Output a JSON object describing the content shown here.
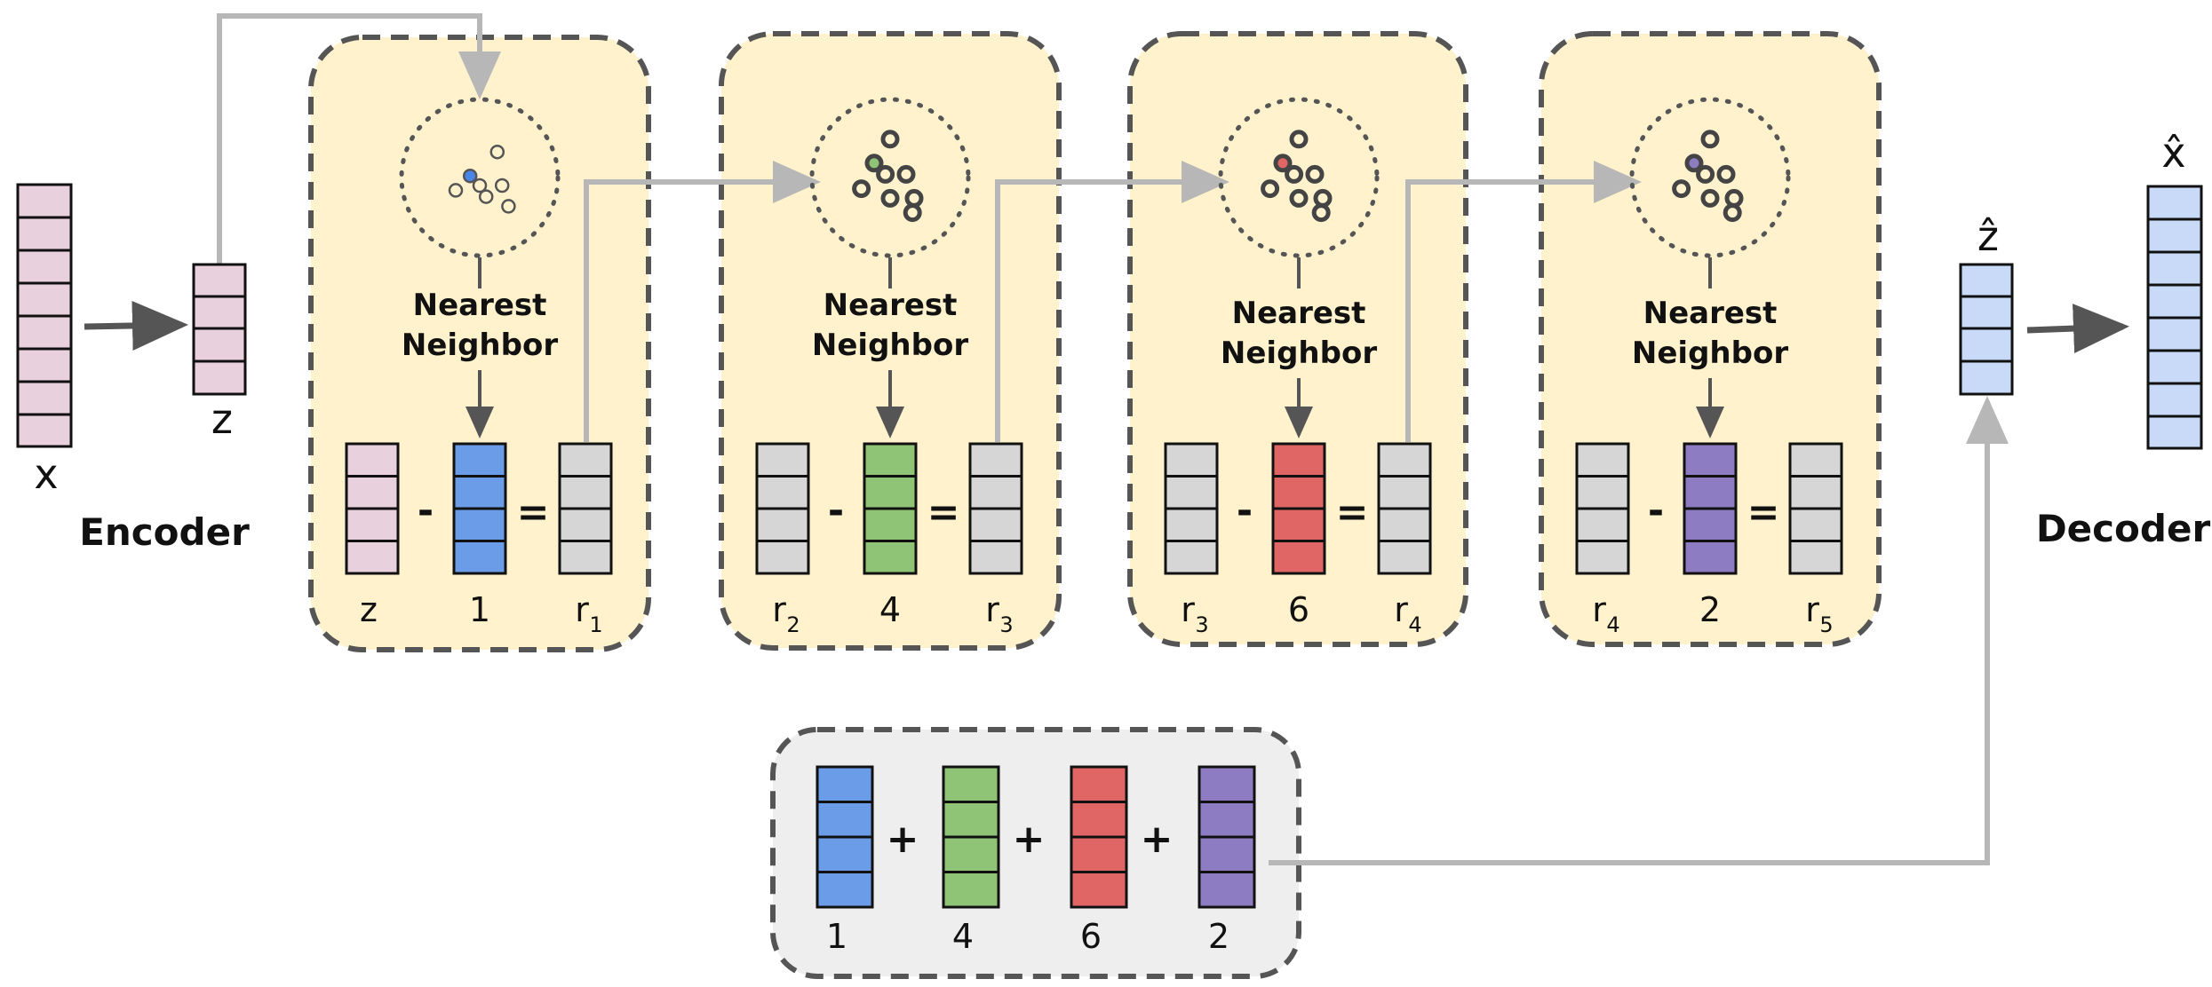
{
  "encoder": {
    "label": "Encoder",
    "input_label": "x",
    "output_label": "z"
  },
  "decoder": {
    "label": "Decoder",
    "input_label": "ẑ",
    "output_label": "x̂"
  },
  "nn_label": {
    "line1": "Nearest",
    "line2": "Neighbor"
  },
  "stages": [
    {
      "left": "z",
      "code": "1",
      "right": "r",
      "right_sub": "1",
      "left_sub": "",
      "color": "#6a9ce8",
      "left_color": "#e8d0dc"
    },
    {
      "left": "r",
      "left_sub": "2",
      "code": "4",
      "right": "r",
      "right_sub": "3",
      "color": "#8fc476",
      "left_color": "#d6d6d6"
    },
    {
      "left": "r",
      "left_sub": "3",
      "code": "6",
      "right": "r",
      "right_sub": "4",
      "color": "#e06666",
      "left_color": "#d6d6d6"
    },
    {
      "left": "r",
      "left_sub": "4",
      "code": "2",
      "right": "r",
      "right_sub": "5",
      "color": "#8e7cc3",
      "left_color": "#d6d6d6"
    }
  ],
  "operators": {
    "minus": "-",
    "equals": "=",
    "plus": "+"
  },
  "sum": {
    "codes": [
      "1",
      "4",
      "6",
      "2"
    ]
  },
  "colors": {
    "stage_fill": "#fff2cc",
    "sum_fill": "#eeeeee",
    "encoder_vec": "#e8d0dc",
    "decoder_vec": "#c9daf8",
    "residual": "#d6d6d6",
    "flow_arrow": "#b7b7b7",
    "dark_arrow": "#555555"
  }
}
